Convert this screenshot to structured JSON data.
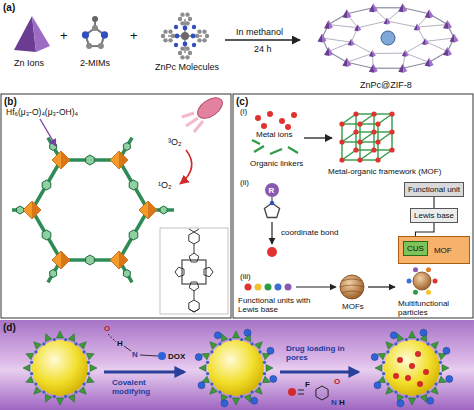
{
  "diagram": {
    "nodes": [
      {
        "text": [
          "Functional unit"
        ]
      },
      {
        "text": [
          "Lewis base"
        ]
      },
      {
        "text": [
          "MOF"
        ]
      },
      {
        "text": [
          "CUS"
        ],
        "in": 2
      }
    ],
    "edges": [
      {
        "from": 0,
        "to": 1,
        "arrow": "none"
      },
      {
        "from": 1,
        "to": 3,
        "arrow": "to"
      }
    ],
    "labels": [
      "(a)",
      "Zn Ions",
      "+",
      "2-MIMs",
      "+",
      "ZnPc Molecules",
      "In methanol",
      "24 h",
      "ZnPc@ZIF-8",
      "(b)",
      "Hf₆(μ₃-O)₄(μ₃-OH)₄",
      "³O₂",
      "¹O₂",
      "(c)",
      "(i)",
      "Metal ions",
      "Organic linkers",
      "Metal-organic framework (MOF)",
      "(ii)",
      "R",
      "coordinate bond",
      "(iii)",
      "Functional units with Lewis base",
      "MOFs",
      "Multifunctional particles",
      "(d)",
      "Covalent modifying",
      "Drug loading in pores",
      "O",
      "H",
      "N",
      "DOX",
      "F",
      "O",
      "N",
      "H"
    ]
  }
}
